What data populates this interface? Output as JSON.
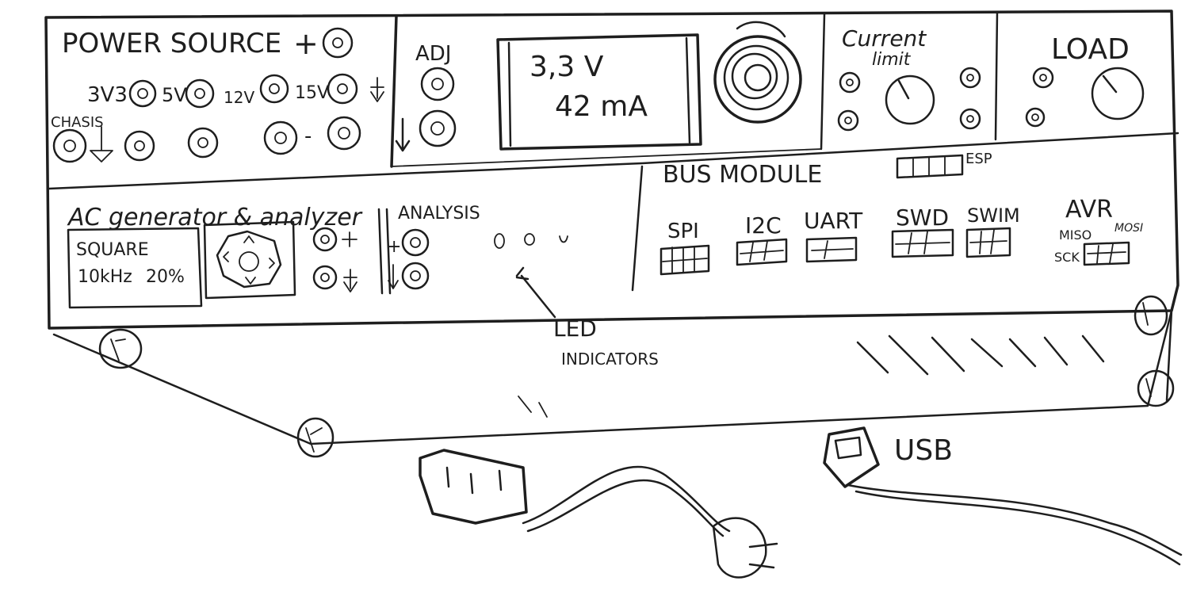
{
  "power_source": {
    "title": "POWER SOURCE",
    "plus": "+",
    "rails": [
      "3V3",
      "5V",
      "12V",
      "15V"
    ],
    "chassis": "CHASIS",
    "minus": "-"
  },
  "adj": {
    "title": "ADJ",
    "display_voltage": "3,3 V",
    "display_current": "42 mA"
  },
  "current_limit": {
    "title_line1": "Current",
    "title_line2": "limit"
  },
  "load": {
    "title": "LOAD"
  },
  "bus_module": {
    "title": "BUS MODULE",
    "esp": "ESP",
    "buses": [
      "SPI",
      "I2C",
      "UART",
      "SWD",
      "SWIM",
      "AVR"
    ],
    "avr_pins": [
      "MOSI",
      "MISO",
      "SCK"
    ]
  },
  "ac_generator": {
    "title": "AC generator & analyzer",
    "display_line1": "SQUARE",
    "display_line2_freq": "10kHz",
    "display_line2_duty": "20%",
    "analysis": "ANALYSIS",
    "plus": "+"
  },
  "annotations": {
    "led_line1": "LED",
    "led_line2": "INDICATORS",
    "usb": "USB"
  },
  "colors": {
    "ink": "#1e1e1e",
    "paper": "#ffffff"
  }
}
